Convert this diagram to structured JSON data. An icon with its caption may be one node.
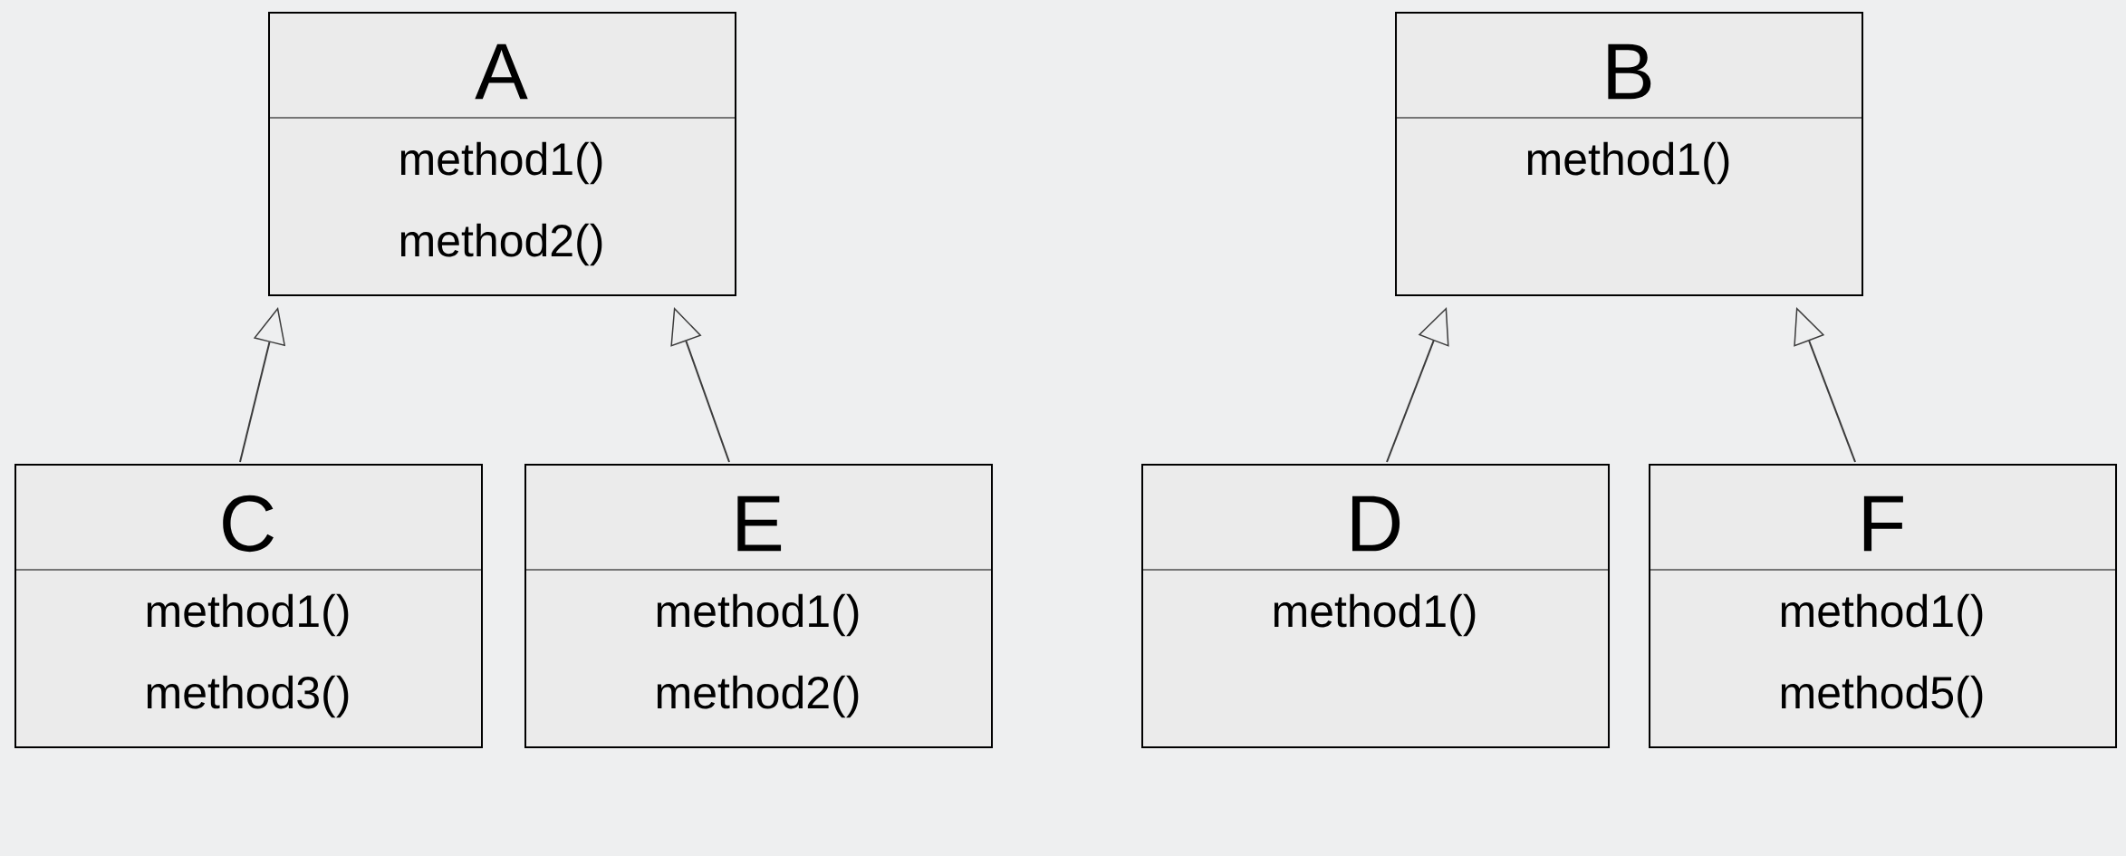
{
  "diagram": {
    "nodes": [
      {
        "text": [
          "A",
          "method1()",
          "method2()"
        ]
      },
      {
        "text": [
          "B",
          "method1()"
        ]
      },
      {
        "text": [
          "C",
          "method1()",
          "method3()"
        ]
      },
      {
        "text": [
          "E",
          "method1()",
          "method2()"
        ]
      },
      {
        "text": [
          "D",
          "method1()"
        ]
      },
      {
        "text": [
          "F",
          "method1()",
          "method5()"
        ]
      }
    ],
    "edges": [
      {
        "from": 2,
        "to": 0,
        "arrow": "to"
      },
      {
        "from": 3,
        "to": 0,
        "arrow": "to"
      },
      {
        "from": 4,
        "to": 1,
        "arrow": "to"
      },
      {
        "from": 5,
        "to": 1,
        "arrow": "to"
      }
    ]
  }
}
